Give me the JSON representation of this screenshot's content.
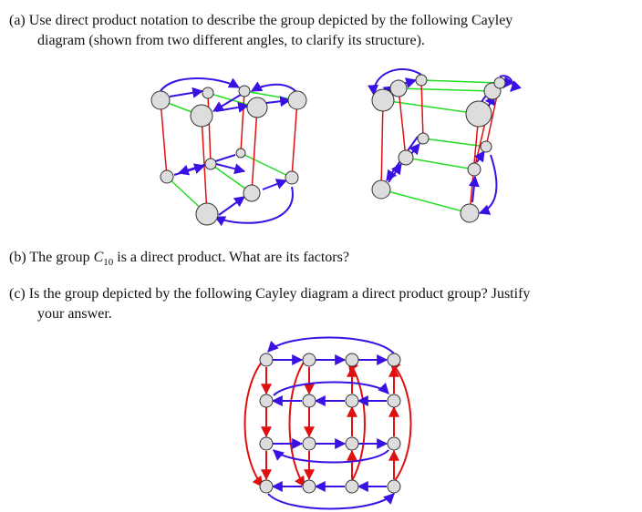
{
  "questions": {
    "a": {
      "label": "(a)",
      "line1": "Use direct product notation to describe the group depicted by the following Cayley",
      "line2": "diagram (shown from two different angles, to clarify its structure)."
    },
    "b": {
      "label": "(b)",
      "text_before": "The group ",
      "group_symbol": "C",
      "group_subscript": "10",
      "text_after": " is a direct product. What are its factors?"
    },
    "c": {
      "label": "(c)",
      "line1": "Is the group depicted by the following Cayley diagram a direct product group? Justify",
      "line2": "your answer."
    }
  },
  "colors": {
    "blue": "#3a10e5",
    "red": "#e01010",
    "green": "#22dd22",
    "node_fill": "#dddddd",
    "node_stroke": "#333333"
  }
}
